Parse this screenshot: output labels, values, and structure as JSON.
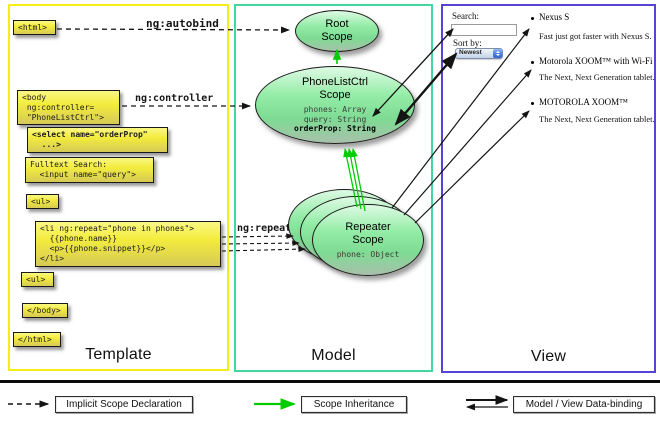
{
  "panels": {
    "template": "Template",
    "model": "Model",
    "view": "View"
  },
  "code": {
    "html_open": "<html>",
    "body_open": "<body\n ng:controller=\n \"PhoneListCtrl\">",
    "select": "<select name=\"orderProp\"\n  ...>",
    "fulltext": "Fulltext Search:\n  <input name=\"query\">",
    "ul_open": "<ul>",
    "li_repeat": "<li ng:repeat=\"phone in phones\">\n  {{phone.name}}\n  <p>{{phone.snippet}}</p>\n</li>",
    "ul_close": "<ul>",
    "body_close": "</body>",
    "html_close": "</html>"
  },
  "arrow_labels": {
    "autobind": "ng:autobind",
    "controller": "ng:controller",
    "repeat": "ng:repeat"
  },
  "scopes": {
    "root": {
      "title": "Root\nScope"
    },
    "phonelist": {
      "title": "PhoneListCtrl\nScope",
      "props": "phones: Array\nquery: String",
      "prop_bold": "orderProp: String"
    },
    "repeater": {
      "title": "Repeater\nScope",
      "prop": "phone: Object"
    }
  },
  "view": {
    "search_label": "Search:",
    "search_value": "",
    "sort_label": "Sort by:",
    "sort_value": "Newest",
    "items": [
      {
        "name": "Nexus S",
        "desc": "Fast just got faster with Nexus S."
      },
      {
        "name": "Motorola XOOM™ with Wi-Fi",
        "desc": "The Next, Next Generation tablet."
      },
      {
        "name": "MOTOROLA XOOM™",
        "desc": "The Next, Next Generation tablet."
      }
    ]
  },
  "legend": {
    "implicit": "Implicit Scope Declaration",
    "inheritance": "Scope Inheritance",
    "binding": "Model / View Data-binding"
  },
  "colors": {
    "template_border": "#f2ee16",
    "model_border": "#43d7a0",
    "view_border": "#5843d8",
    "arrow_green": "#00cc00",
    "arrow_black": "#141414",
    "box_yellow": "#f3ec3d",
    "scope_green": "#8ae79c"
  }
}
